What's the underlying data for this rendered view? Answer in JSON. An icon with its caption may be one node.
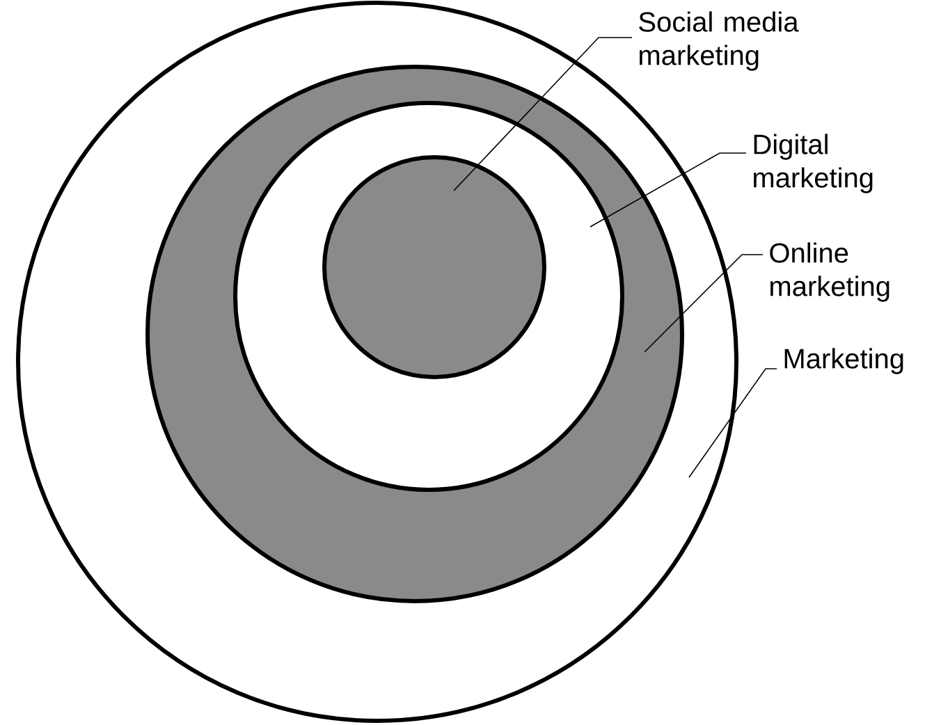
{
  "diagram": {
    "nodes": [
      {
        "text": [],
        "shape": "circle"
      },
      {
        "text": [],
        "shape": "circle",
        "in": 0
      },
      {
        "text": [],
        "shape": "circle",
        "in": 1
      },
      {
        "text": [],
        "shape": "circle",
        "in": 2
      },
      {
        "text": [
          "Social media marketing"
        ]
      },
      {
        "text": [
          "Digital marketing"
        ]
      },
      {
        "text": [
          "Online marketing"
        ]
      },
      {
        "text": [
          "Marketing"
        ]
      }
    ],
    "edges": [
      {
        "from": 4,
        "to": 3,
        "arrow": "none"
      },
      {
        "from": 5,
        "to": 2,
        "arrow": "none"
      },
      {
        "from": 6,
        "to": 1,
        "arrow": "none"
      },
      {
        "from": 7,
        "to": 0,
        "arrow": "none"
      }
    ]
  }
}
